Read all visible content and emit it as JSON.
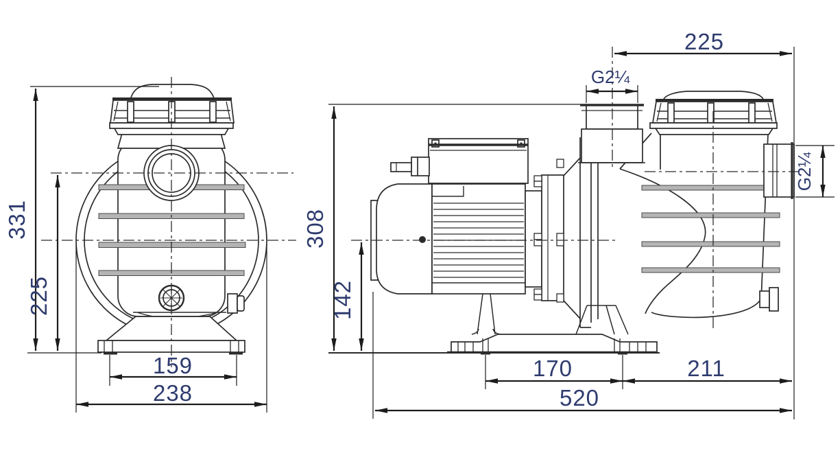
{
  "colors": {
    "line": "#2b2b2b",
    "dim_line": "#1c1c1c",
    "dim_text": "#2e3b6e",
    "rib_fill": "#b4b4b4",
    "background": "#ffffff"
  },
  "front_view": {
    "dim_total_height": "331",
    "dim_inlet_center_height": "225",
    "dim_foot_slot_span": "159",
    "dim_overall_width": "238"
  },
  "side_view": {
    "dim_top_width": "225",
    "dim_inlet_thread": "G2¼",
    "dim_outlet_thread": "G2¼",
    "dim_total_height": "308",
    "dim_axis_height": "142",
    "dim_foot_slot_span": "170",
    "dim_rear_length": "211",
    "dim_overall_length": "520"
  }
}
